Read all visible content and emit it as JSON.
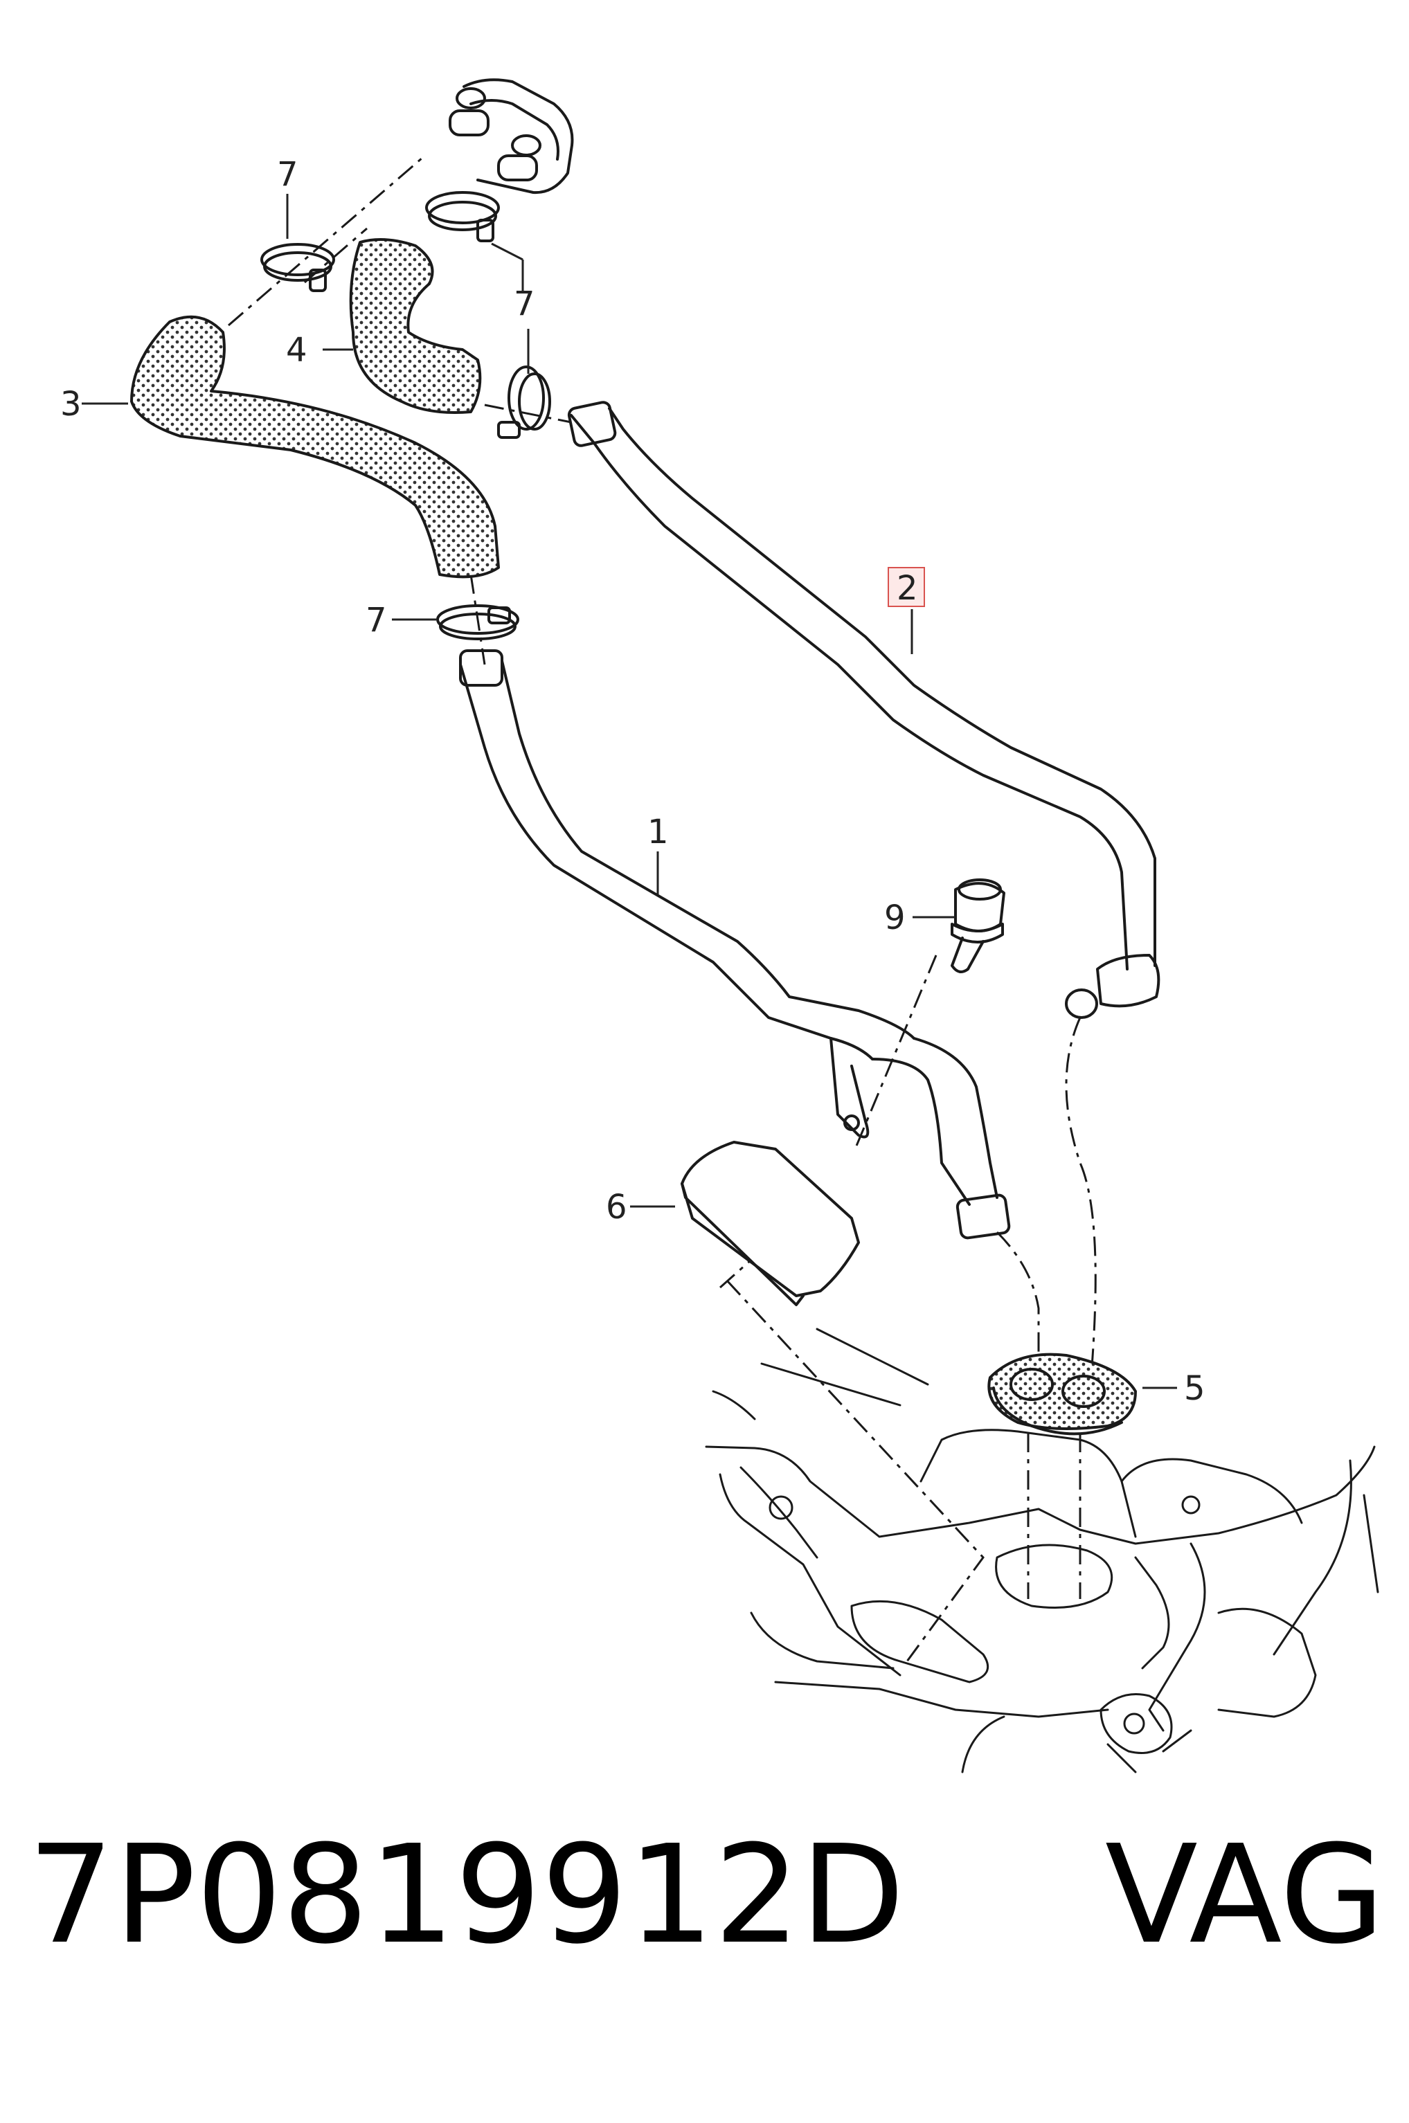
{
  "diagram": {
    "callouts": {
      "hose_1": "1",
      "hose_2": "2",
      "hose_3": "3",
      "hose_4": "4",
      "grommet_5": "5",
      "cover_6": "6",
      "clamp_7_top_left": "7",
      "clamp_7_top_right": "7",
      "clamp_7_middle": "7",
      "bolt_9": "9"
    },
    "highlighted_callout": "2",
    "highlight_color": "#d9534f"
  },
  "caption": {
    "part_number": "7P0819912D",
    "brand": "VAG"
  }
}
